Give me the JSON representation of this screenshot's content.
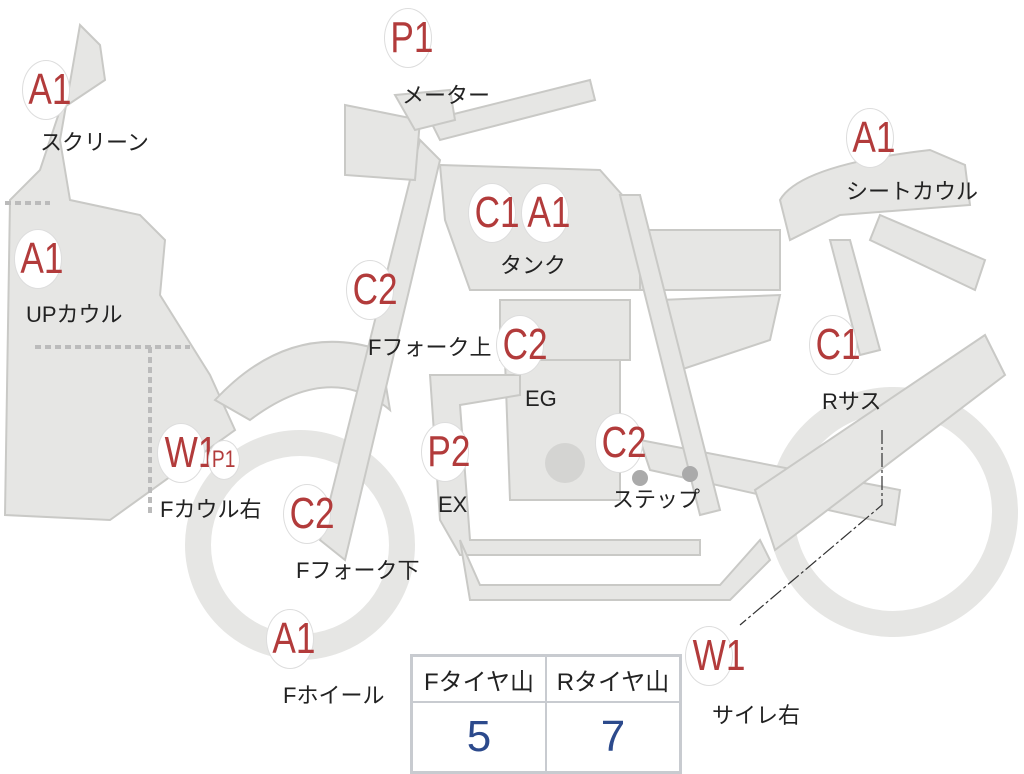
{
  "parts": [
    {
      "code": "A1",
      "label": "スクリーン"
    },
    {
      "code": "A1",
      "label": "UPカウル"
    },
    {
      "code": "W1",
      "code2": "P1",
      "label": "Fカウル右"
    },
    {
      "code": "C2",
      "label": "Fフォーク下"
    },
    {
      "code": "A1",
      "label": "Fホイール"
    },
    {
      "code": "C2",
      "label": "Fフォーク上"
    },
    {
      "code": "P1",
      "label": "メーター"
    },
    {
      "code": "C1",
      "code2": "A1",
      "label": "タンク"
    },
    {
      "code": "C2",
      "label": "EG"
    },
    {
      "code": "P2",
      "label": "EX"
    },
    {
      "code": "C2",
      "label": "ステップ"
    },
    {
      "code": "A1",
      "label": "シートカウル"
    },
    {
      "code": "C1",
      "label": "Rサス"
    },
    {
      "code": "W1",
      "label": "サイレ右"
    }
  ],
  "tyre": {
    "front_label": "Fタイヤ山",
    "rear_label": "Rタイヤ山",
    "front_value": "5",
    "rear_value": "7"
  },
  "colors": {
    "code": "#b23b3b",
    "value": "#2c4a8c",
    "part": "#e6e6e4"
  }
}
